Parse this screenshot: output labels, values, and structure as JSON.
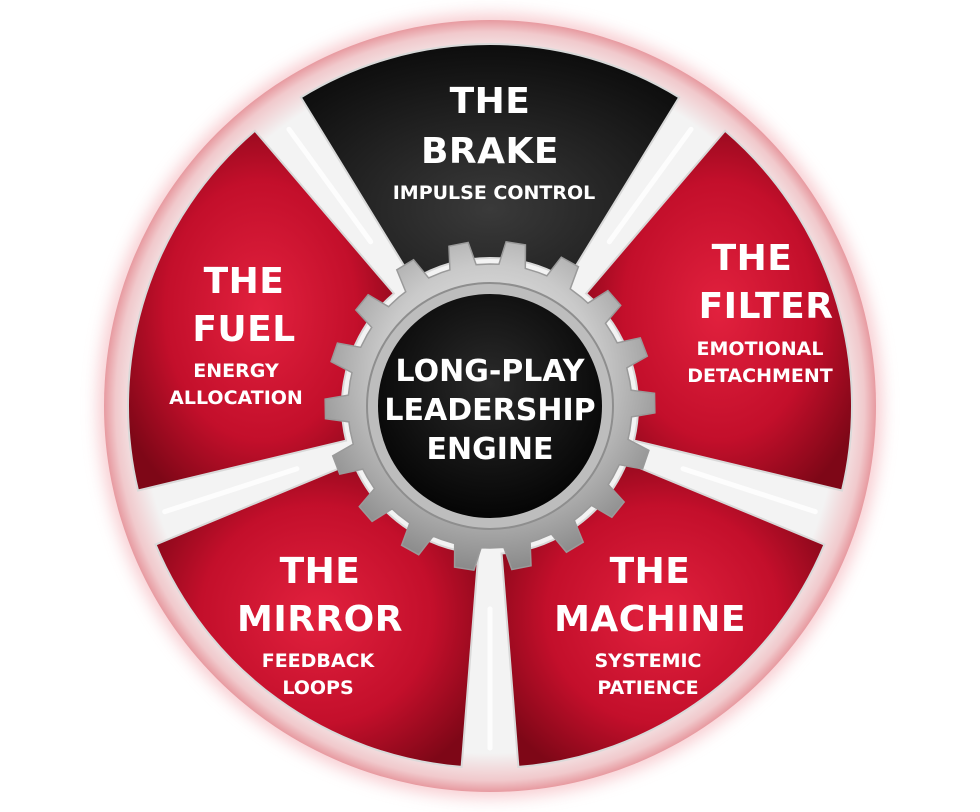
{
  "center": {
    "lines": [
      "LONG-PLAY",
      "LEADERSHIP",
      "ENGINE"
    ]
  },
  "segments": [
    {
      "id": "brake",
      "title": [
        "THE",
        "BRAKE"
      ],
      "subtitle": [
        "IMPULSE CONTROL"
      ]
    },
    {
      "id": "filter",
      "title": [
        "THE",
        "FILTER"
      ],
      "subtitle": [
        "EMOTIONAL",
        "DETACHMENT"
      ]
    },
    {
      "id": "machine",
      "title": [
        "THE",
        "MACHINE"
      ],
      "subtitle": [
        "SYSTEMIC",
        "PATIENCE"
      ]
    },
    {
      "id": "mirror",
      "title": [
        "THE",
        "MIRROR"
      ],
      "subtitle": [
        "FEEDBACK",
        "LOOPS"
      ]
    },
    {
      "id": "fuel",
      "title": [
        "THE",
        "FUEL"
      ],
      "subtitle": [
        "ENERGY",
        "ALLOCATION"
      ]
    }
  ],
  "colors": {
    "segment_red": "#c8102e",
    "segment_dark": "#1a1a1a",
    "rim": "#e9e9e9",
    "hub": "#111111"
  }
}
